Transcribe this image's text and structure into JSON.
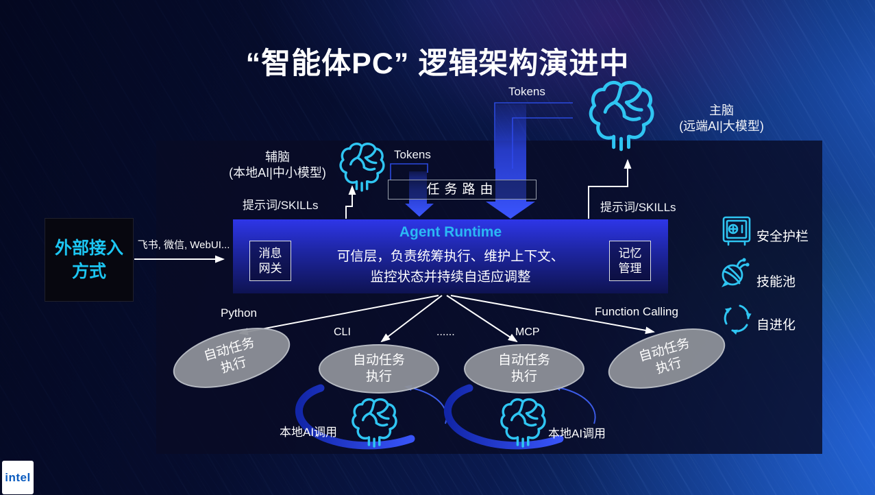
{
  "title": "“智能体PC” 逻辑架构演进中",
  "colors": {
    "accent_cyan": "#2fc5f2",
    "arrow_blue": "#3b55ff",
    "panel_navy": "#0a0f30",
    "runtime_blue": "#2e36e8",
    "ellipse_gray": "#8d9098",
    "intel_blue": "#0a5bbf"
  },
  "top_flow": {
    "tokens_main": "Tokens",
    "tokens_local": "Tokens",
    "main_brain": {
      "name": "主脑",
      "detail": "(远端AI|大模型)"
    },
    "aux_brain": {
      "name": "辅脑",
      "detail": "(本地AI|中小模型)"
    },
    "task_router": "任务路由",
    "prompt_skills_left": "提示词/SKILLs",
    "prompt_skills_right": "提示词/SKILLs"
  },
  "external": {
    "line1": "外部接入",
    "line2": "方式",
    "channels": "飞书, 微信, WebUI..."
  },
  "runtime": {
    "title": "Agent Runtime",
    "desc_line1": "可信层，负责统筹执行、维护上下文、",
    "desc_line2": "监控状态并持续自适应调整",
    "gateway": {
      "line1": "消息",
      "line2": "网关"
    },
    "memory": {
      "line1": "记忆",
      "line2": "管理"
    }
  },
  "capabilities": [
    {
      "icon": "safe-icon",
      "label": "安全护栏"
    },
    {
      "icon": "bee-icon",
      "label": "技能池"
    },
    {
      "icon": "recycle-icon",
      "label": "自进化"
    }
  ],
  "protocols": {
    "python": "Python",
    "cli": "CLI",
    "dots": "......",
    "mcp": "MCP",
    "function_calling": "Function Calling"
  },
  "agents": [
    {
      "line1": "自动任务",
      "line2": "执行"
    },
    {
      "line1": "自动任务",
      "line2": "执行"
    },
    {
      "line1": "自动任务",
      "line2": "执行"
    },
    {
      "line1": "自动任务",
      "line2": "执行"
    }
  ],
  "local_ai_calls": {
    "left": "本地AI调用",
    "right": "本地AI调用"
  },
  "footer": {
    "logo_text": "intel"
  }
}
